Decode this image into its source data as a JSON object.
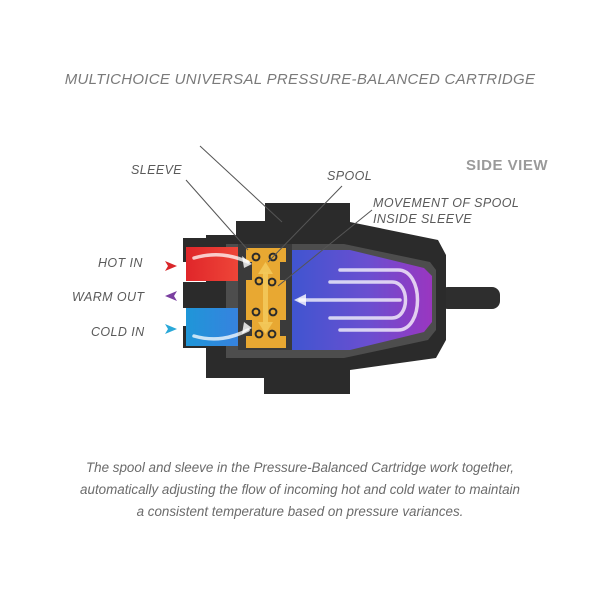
{
  "title": "MULTICHOICE UNIVERSAL PRESSURE-BALANCED CARTRIDGE",
  "view_label": "SIDE VIEW",
  "labels": {
    "sleeve": "SLEEVE",
    "spool": "SPOOL",
    "movement_line1": "MOVEMENT OF SPOOL",
    "movement_line2": "INSIDE SLEEVE",
    "hot_in": "HOT IN",
    "warm_out": "WARM OUT",
    "cold_in": "COLD IN"
  },
  "caption": {
    "line1": "The spool and sleeve in the Pressure-Balanced Cartridge work together,",
    "line2": "automatically adjusting the flow of incoming hot and cold water to maintain",
    "line3": "a consistent temperature based on pressure variances."
  },
  "colors": {
    "housing": "#2b2b2b",
    "housing_inner": "#4a4a4a",
    "hot": "#e5322d",
    "cold": "#2aa8d8",
    "mix": "#5b5bd6",
    "purple": "#8a3fc0",
    "spool": "#e8a832",
    "arrow_hot": "#d9262a",
    "arrow_warm": "#7a3fa0",
    "arrow_cold": "#2aa8d8"
  }
}
